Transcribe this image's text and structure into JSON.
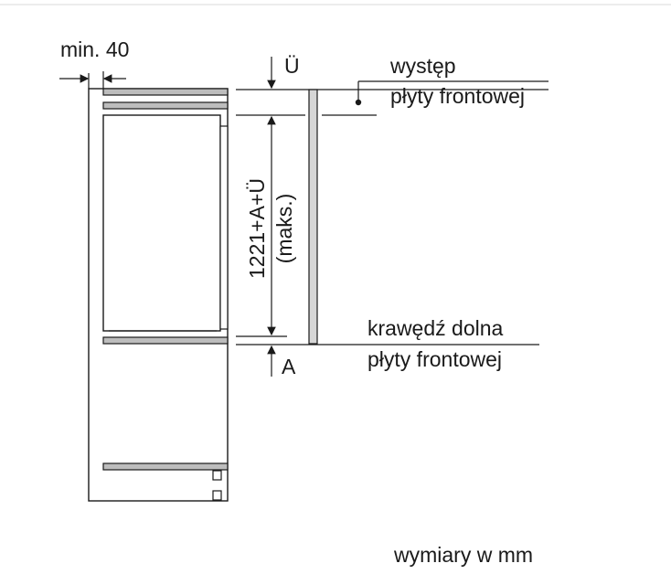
{
  "labels": {
    "min_gap": "min. 40",
    "u_mark": "Ü",
    "a_mark": "A",
    "height_formula": "1221+A+Ü",
    "height_note": "(maks.)",
    "overhang_line1": "występ",
    "overhang_line2": "płyty frontowej",
    "bottom_edge_line1": "krawędź dolna",
    "bottom_edge_line2": "płyty frontowej",
    "units_note": "wymiary w mm"
  },
  "colors": {
    "line": "#1a1a1a",
    "shelf_fill": "#bdbdbd",
    "panel_fill": "#d6d6d6",
    "top_rule": "#e6e6e6"
  }
}
